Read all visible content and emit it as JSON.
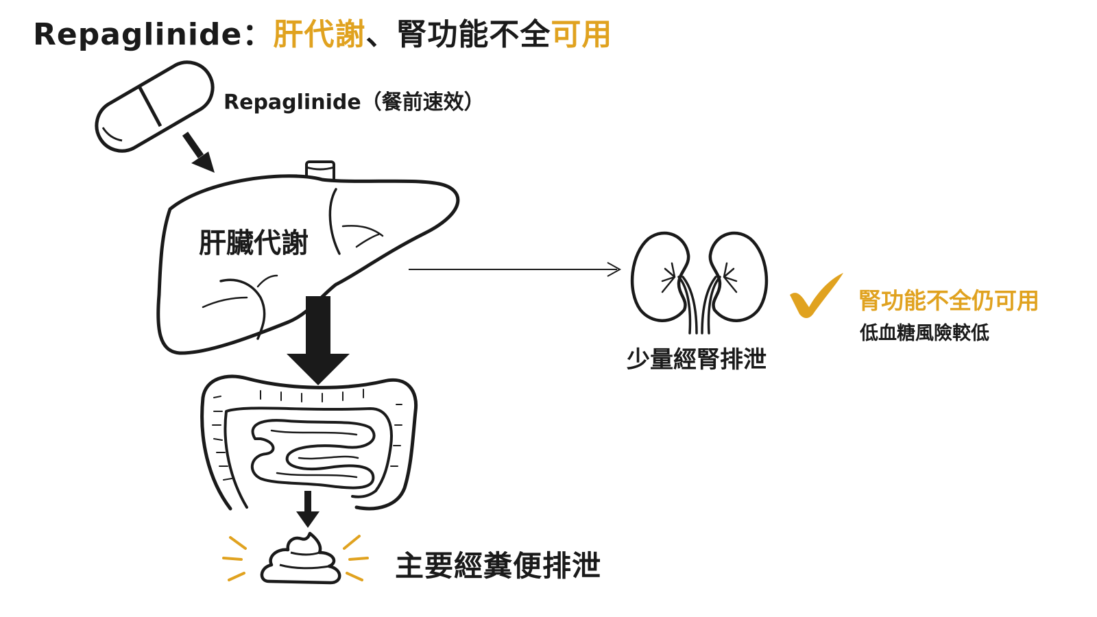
{
  "title": {
    "drug": "Repaglinide",
    "colon": "：",
    "hl1": "肝代謝",
    "mid": "、腎功能不全",
    "hl2": "可用"
  },
  "drug_label": "Repaglinide（餐前速效）",
  "liver_label": "肝臟代謝",
  "kidney_label": "少量經腎排泄",
  "feces_label": "主要經糞便排泄",
  "note": {
    "main": "腎功能不全仍可用",
    "sub": "低血糖風險較低"
  },
  "colors": {
    "accent": "#E0A21F",
    "ink": "#1a1a1a"
  },
  "icons": [
    "capsule-icon",
    "liver-icon",
    "kidney-icon",
    "intestine-icon",
    "stool-icon",
    "checkmark-icon"
  ]
}
